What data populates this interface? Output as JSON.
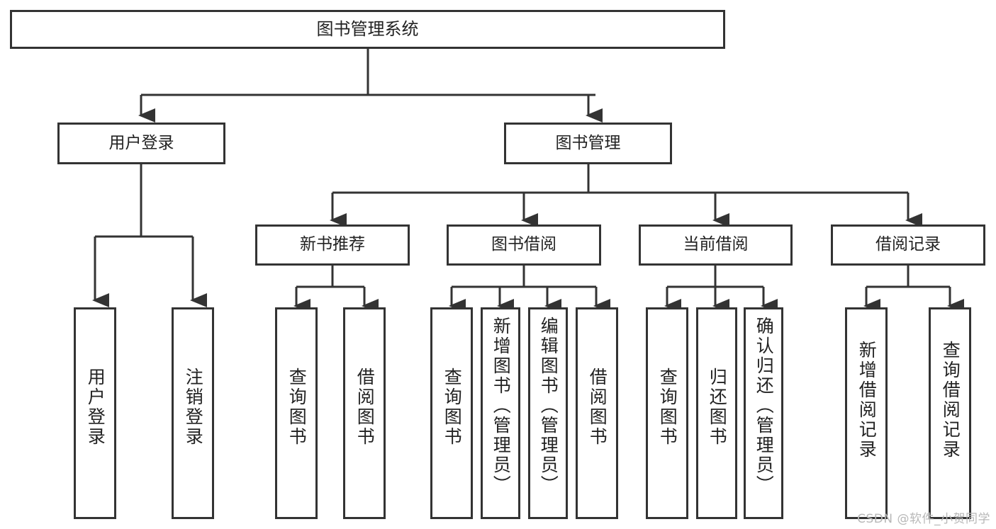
{
  "diagram": {
    "title": "图书管理系统",
    "type": "hierarchy-tree",
    "levels": 4,
    "nodes": {
      "root": {
        "label": "图书管理系统"
      },
      "level2": [
        {
          "id": "user-login",
          "label": "用户登录"
        },
        {
          "id": "book-manage",
          "label": "图书管理"
        }
      ],
      "level3": [
        {
          "id": "new-book-recommend",
          "label": "新书推荐"
        },
        {
          "id": "book-borrow",
          "label": "图书借阅"
        },
        {
          "id": "current-borrow",
          "label": "当前借阅"
        },
        {
          "id": "borrow-record",
          "label": "借阅记录"
        }
      ],
      "leaves": [
        {
          "id": "leaf-user-login",
          "label": "用户登录",
          "parent": "user-login"
        },
        {
          "id": "leaf-user-logout",
          "label": "注销登录",
          "parent": "user-login"
        },
        {
          "id": "leaf-query-book-1",
          "label": "查询图书",
          "parent": "new-book-recommend"
        },
        {
          "id": "leaf-borrow-book-1",
          "label": "借阅图书",
          "parent": "new-book-recommend"
        },
        {
          "id": "leaf-query-book-2",
          "label": "查询图书",
          "parent": "book-borrow"
        },
        {
          "id": "leaf-add-book",
          "label": "新增图书（管理员）",
          "parent": "book-borrow"
        },
        {
          "id": "leaf-edit-book",
          "label": "编辑图书（管理员）",
          "parent": "book-borrow"
        },
        {
          "id": "leaf-borrow-book-2",
          "label": "借阅图书",
          "parent": "book-borrow"
        },
        {
          "id": "leaf-query-book-3",
          "label": "查询图书",
          "parent": "current-borrow"
        },
        {
          "id": "leaf-return-book",
          "label": "归还图书",
          "parent": "current-borrow"
        },
        {
          "id": "leaf-confirm-return",
          "label": "确认归还（管理员）",
          "parent": "current-borrow"
        },
        {
          "id": "leaf-add-record",
          "label": "新增借阅记录",
          "parent": "borrow-record"
        },
        {
          "id": "leaf-query-record",
          "label": "查询借阅记录",
          "parent": "borrow-record"
        }
      ]
    },
    "colors": {
      "stroke": "#333333",
      "fill": "#ffffff",
      "text": "#222222",
      "watermark": "#b8b8b8"
    }
  },
  "watermark": {
    "text": "CSDN @软件_小贺同学"
  }
}
